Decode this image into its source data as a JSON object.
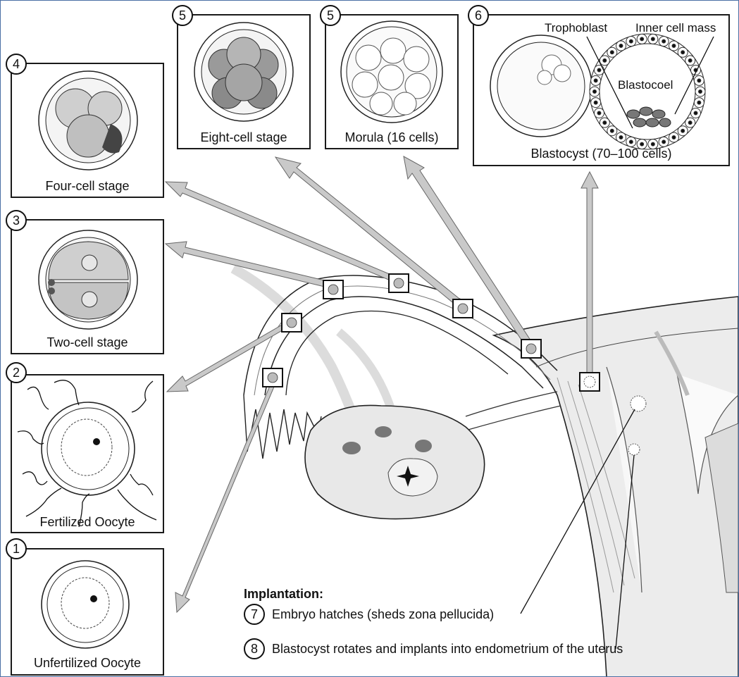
{
  "stages": [
    {
      "number": "4",
      "caption": "Four-cell stage"
    },
    {
      "number": "5",
      "caption": "Eight-cell stage"
    },
    {
      "number": "5",
      "caption": "Morula (16 cells)"
    },
    {
      "number": "6",
      "caption": "Blastocyst (70–100 cells)"
    },
    {
      "number": "3",
      "caption": "Two-cell stage"
    },
    {
      "number": "2",
      "caption": "Fertilized Oocyte"
    },
    {
      "number": "1",
      "caption": "Unfertilized Oocyte"
    }
  ],
  "blastocyst_labels": {
    "trophoblast": "Trophoblast",
    "inner_cell_mass": "Inner cell mass",
    "blastocoel": "Blastocoel"
  },
  "implantation": {
    "title": "Implantation:",
    "steps": [
      {
        "number": "7",
        "text": "Embryo hatches (sheds zona pellucida)"
      },
      {
        "number": "8",
        "text": "Blastocyst rotates and implants into endometrium of the uterus"
      }
    ]
  }
}
